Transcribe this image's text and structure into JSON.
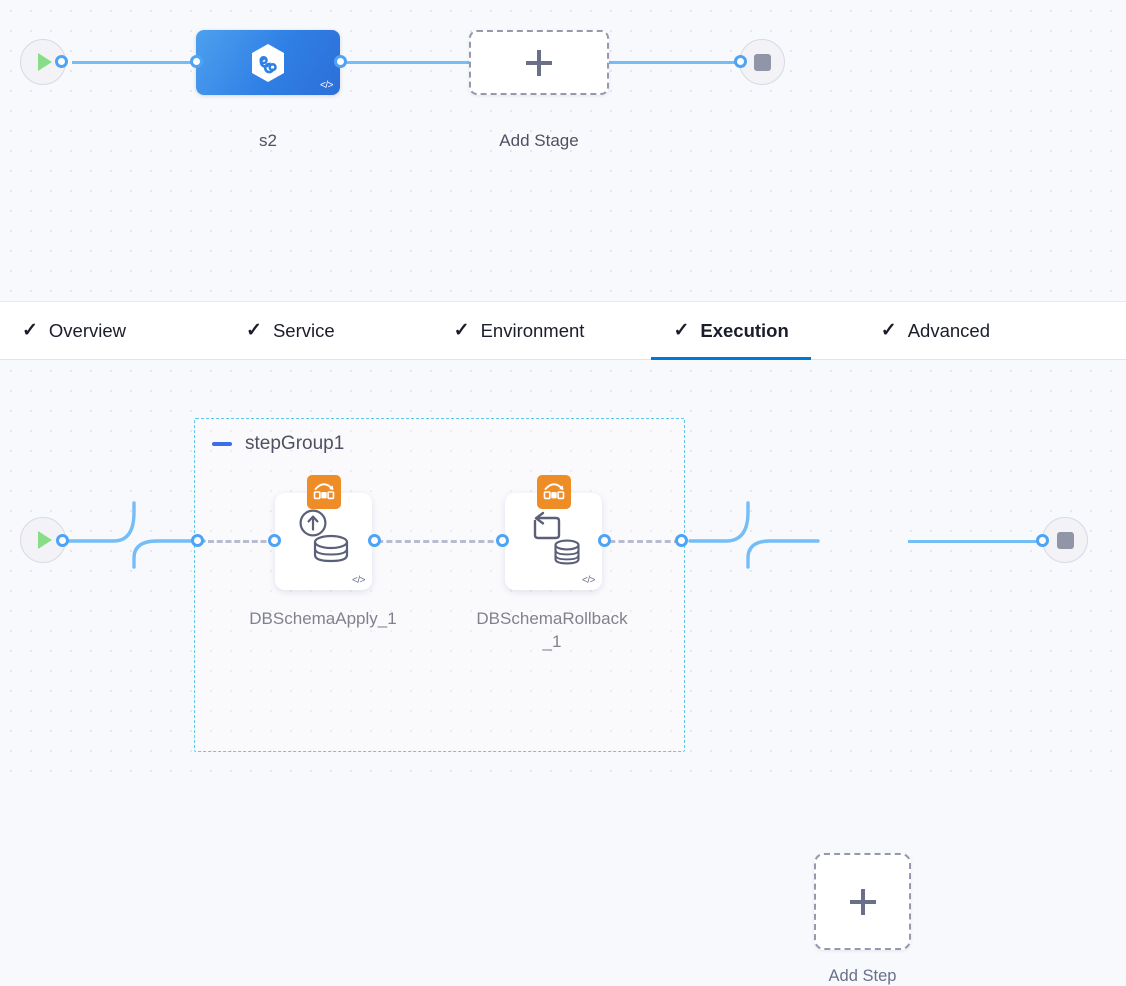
{
  "stage_canvas": {
    "start_node": {
      "icon": "play-icon"
    },
    "stop_node": {
      "icon": "stop-icon"
    },
    "stage": {
      "label": "s2",
      "icon": "harness-cd-hexagon-icon",
      "code_badge": "</>"
    },
    "add_stage": {
      "label": "Add Stage",
      "icon": "plus-icon"
    }
  },
  "tabs": [
    {
      "label": "Overview",
      "icon": "check-icon",
      "active": false
    },
    {
      "label": "Service",
      "icon": "check-icon",
      "active": false
    },
    {
      "label": "Environment",
      "icon": "check-icon",
      "active": false
    },
    {
      "label": "Execution",
      "icon": "check-icon",
      "active": true
    },
    {
      "label": "Advanced",
      "icon": "check-icon",
      "active": false
    }
  ],
  "execution_canvas": {
    "start_node": {
      "icon": "play-icon"
    },
    "stop_node": {
      "icon": "stop-icon"
    },
    "step_group": {
      "title": "stepGroup1",
      "collapse_icon": "minus-icon",
      "steps": [
        {
          "label": "DBSchemaApply_1",
          "sticker_icon": "harness-db-devops-icon",
          "glyph_icon": "database-upload-icon",
          "code_badge": "</>"
        },
        {
          "label": "DBSchemaRollback_1",
          "sticker_icon": "harness-db-devops-icon",
          "glyph_icon": "database-rollback-icon",
          "code_badge": "</>"
        }
      ]
    },
    "add_step": {
      "label": "Add Step",
      "icon": "plus-icon"
    }
  },
  "colors": {
    "canvas_bg": "#f8f9fc",
    "dot_grid": "#e4e6ef",
    "stage_blue": "#2f7fe5",
    "link_blue": "#74bdf5",
    "port_blue": "#4da3f5",
    "active_tab_underline": "#0278d5",
    "step_group_border": "#5fc8ef",
    "sticker_orange": "#ee8c28",
    "dashed_gray": "#9699ae",
    "text_dark": "#1b1d2b",
    "text_muted": "#4f5162"
  }
}
